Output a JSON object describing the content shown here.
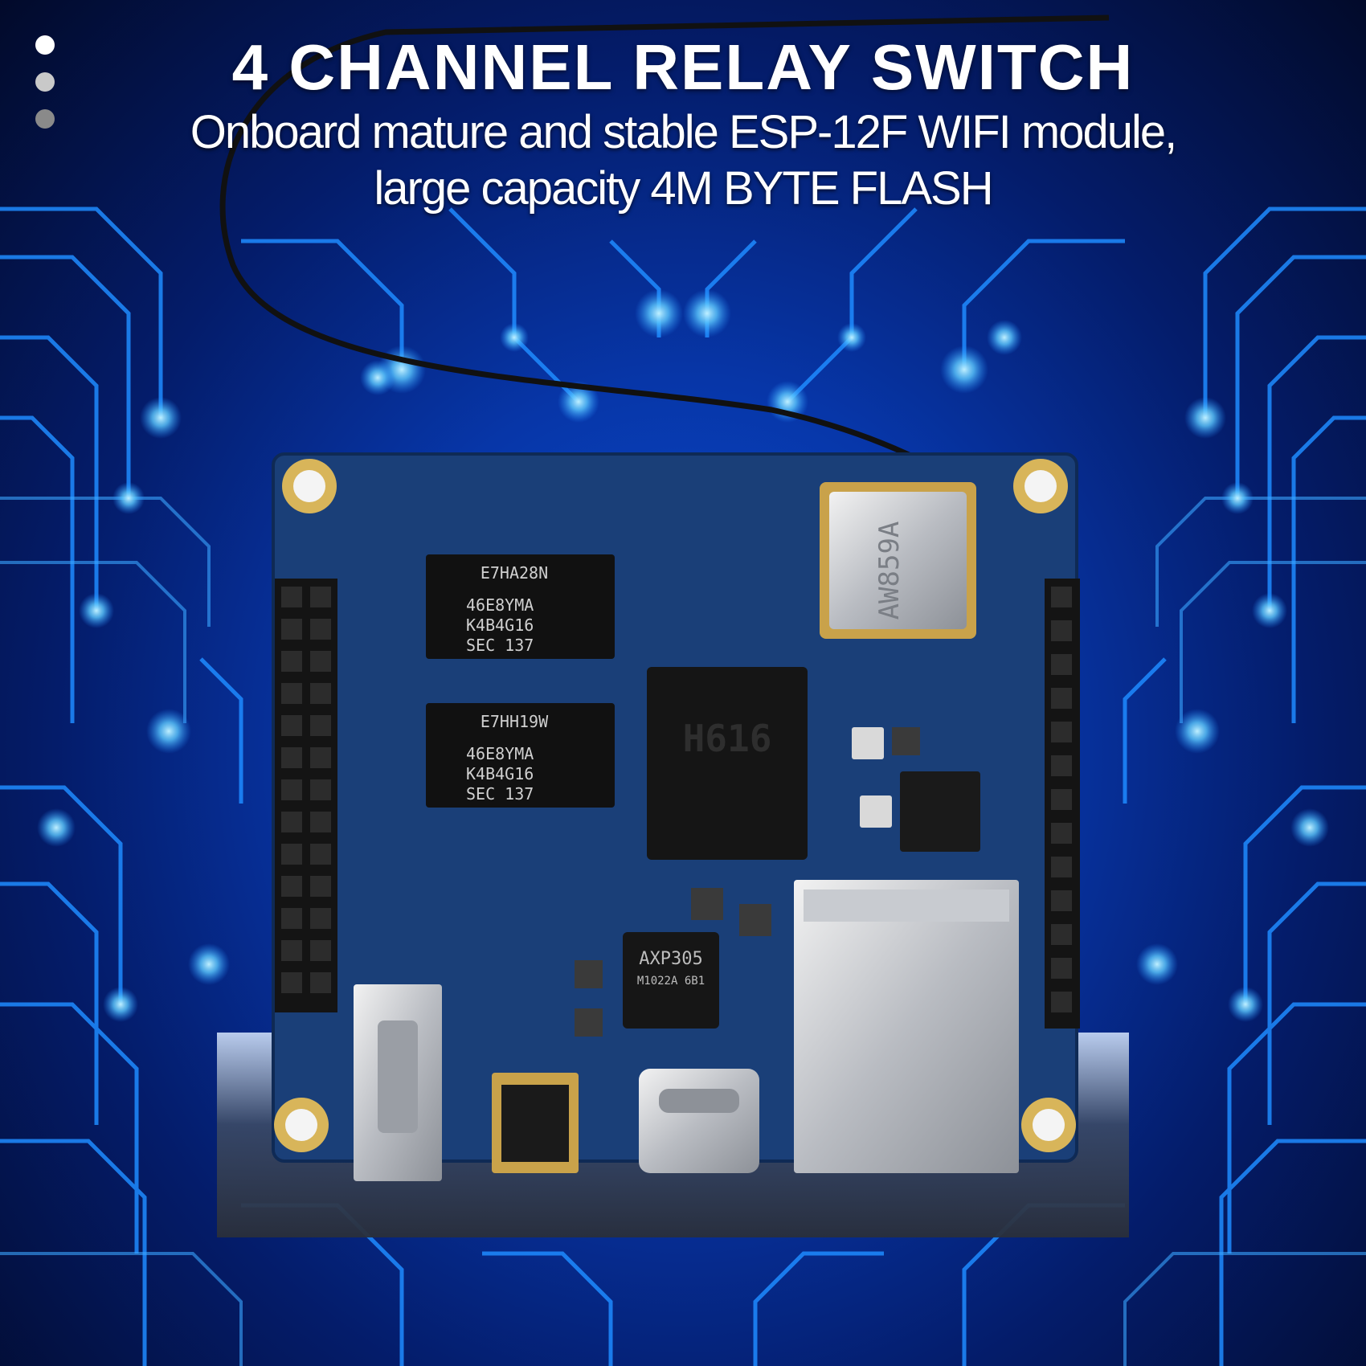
{
  "banner": {
    "title": "4 CHANNEL RELAY SWITCH",
    "subtitle_line1": "Onboard mature and stable ESP-12F WIFI module,",
    "subtitle_line2": "large capacity 4M BYTE FLASH"
  },
  "board": {
    "ram_chip_1_lines": [
      "E7HA28N",
      "46E8YMA",
      "K4B4G16",
      "SEC 137"
    ],
    "ram_chip_2_lines": [
      "E7HH19W",
      "46E8YMA",
      "K4B4G16",
      "SEC 137"
    ],
    "soc_label": "H616",
    "wifi_module_label": "AW859A",
    "pmic_lines": [
      "AXP305",
      "M1022A 6B1"
    ]
  },
  "colors": {
    "pcb": "#1a3f78",
    "background_glow": "#0a4fd6",
    "trace": "#1f8bff",
    "title_text": "#ffffff"
  }
}
